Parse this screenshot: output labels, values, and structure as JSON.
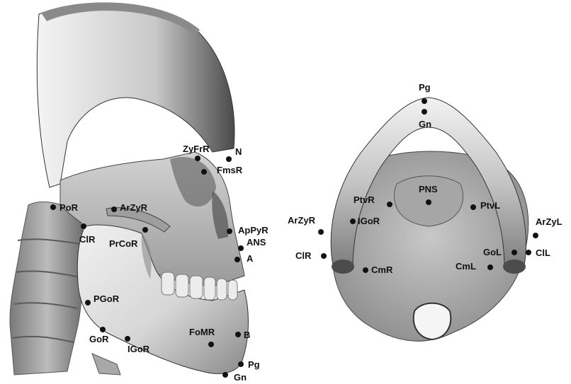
{
  "left_panel": {
    "view": "lateral-skull",
    "landmarks": [
      {
        "id": "ZyFrR",
        "label": "ZyFrR"
      },
      {
        "id": "N",
        "label": "N"
      },
      {
        "id": "FmsR",
        "label": "FmsR"
      },
      {
        "id": "PoR",
        "label": "PoR"
      },
      {
        "id": "ArZyR",
        "label": "ArZyR"
      },
      {
        "id": "ClR",
        "label": "ClR"
      },
      {
        "id": "PrCoR",
        "label": "PrCoR"
      },
      {
        "id": "ApPyR",
        "label": "ApPyR"
      },
      {
        "id": "ANS",
        "label": "ANS"
      },
      {
        "id": "A",
        "label": "A"
      },
      {
        "id": "PGoR",
        "label": "PGoR"
      },
      {
        "id": "GoR",
        "label": "GoR"
      },
      {
        "id": "IGoR",
        "label": "IGoR"
      },
      {
        "id": "FoMR",
        "label": "FoMR"
      },
      {
        "id": "B",
        "label": "B"
      },
      {
        "id": "Pg",
        "label": "Pg"
      },
      {
        "id": "Gn",
        "label": "Gn"
      }
    ]
  },
  "right_panel": {
    "view": "inferior-mandible",
    "landmarks": [
      {
        "id": "Pg",
        "label": "Pg"
      },
      {
        "id": "Gn",
        "label": "Gn"
      },
      {
        "id": "PNS",
        "label": "PNS"
      },
      {
        "id": "PtvR",
        "label": "PtvR"
      },
      {
        "id": "PtvL",
        "label": "PtvL"
      },
      {
        "id": "ArZyR",
        "label": "ArZyR"
      },
      {
        "id": "IGoR",
        "label": "IGoR"
      },
      {
        "id": "ArZyL",
        "label": "ArZyL"
      },
      {
        "id": "ClR",
        "label": "ClR"
      },
      {
        "id": "CmR",
        "label": "CmR"
      },
      {
        "id": "CmL",
        "label": "CmL"
      },
      {
        "id": "GoL",
        "label": "GoL"
      },
      {
        "id": "ClL",
        "label": "ClL"
      }
    ]
  },
  "colors": {
    "background": "#ffffff",
    "bone_light": "#e6e6e6",
    "bone_mid": "#b4b4b4",
    "bone_dark": "#6e6e6e",
    "marker": "#111111",
    "label": "#111111"
  }
}
